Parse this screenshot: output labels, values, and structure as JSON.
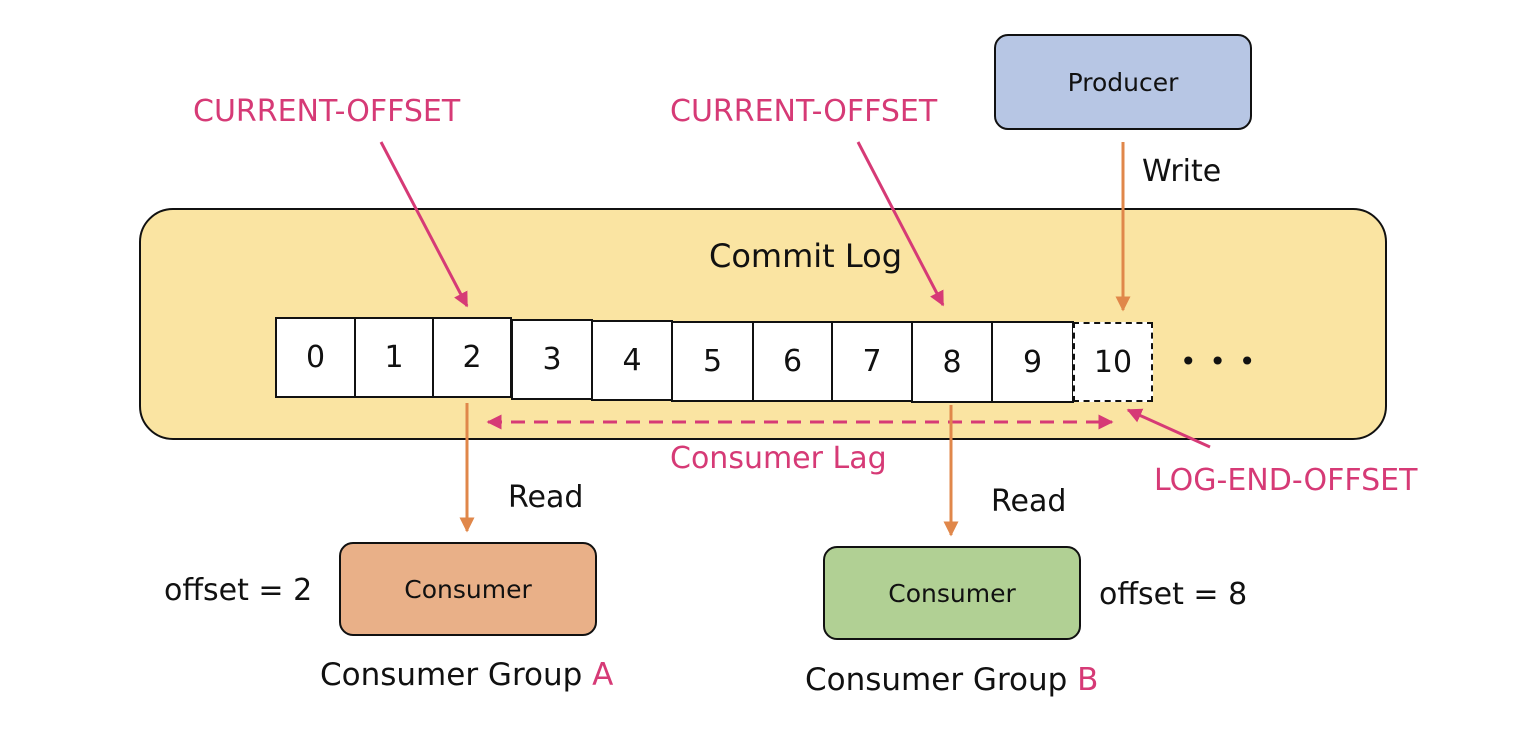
{
  "producer": {
    "label": "Producer"
  },
  "write_label": "Write",
  "commit_log": {
    "title": "Commit Log"
  },
  "cells": [
    {
      "label": "0"
    },
    {
      "label": "1"
    },
    {
      "label": "2"
    },
    {
      "label": "3"
    },
    {
      "label": "4"
    },
    {
      "label": "5"
    },
    {
      "label": "6"
    },
    {
      "label": "7"
    },
    {
      "label": "8"
    },
    {
      "label": "9"
    },
    {
      "label": "10"
    }
  ],
  "ellipsis": "• • •",
  "current_offset_a": "CURRENT-OFFSET",
  "current_offset_b": "CURRENT-OFFSET",
  "log_end_offset": "LOG-END-OFFSET",
  "consumer_lag": "Consumer Lag",
  "group_a": {
    "read_label": "Read",
    "offset_text": "offset = 2",
    "consumer_label": "Consumer",
    "group_name": "Consumer Group",
    "group_letter": "A"
  },
  "group_b": {
    "read_label": "Read",
    "offset_text": "offset = 8",
    "consumer_label": "Consumer",
    "group_name": "Consumer Group",
    "group_letter": "B"
  },
  "colors": {
    "pink": "#d63a76",
    "orange_arrow": "#e0874a",
    "log_fill": "#fae4a2",
    "producer_fill": "#b7c6e4",
    "consumer_a_fill": "#e9b088",
    "consumer_b_fill": "#b1d094"
  }
}
